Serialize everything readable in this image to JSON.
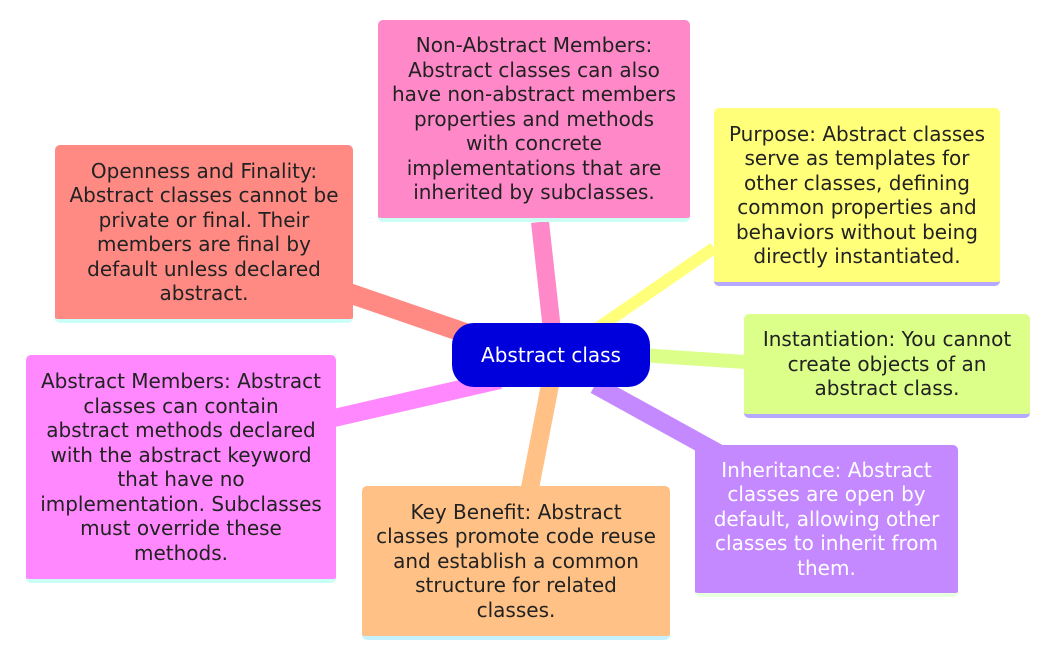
{
  "root": {
    "label": "Abstract class"
  },
  "nodes": {
    "nonabstract": [
      "Non-Abstract Members:",
      "Abstract classes can also",
      "have non-abstract members",
      "properties and methods",
      "with concrete",
      "implementations that are",
      "inherited by subclasses."
    ],
    "purpose": [
      "Purpose: Abstract classes",
      "serve as templates for",
      "other classes, defining",
      "common properties and",
      "behaviors without being",
      "directly instantiated."
    ],
    "openness": [
      "Openness and Finality:",
      "Abstract classes cannot be",
      "private or final. Their",
      "members are final by",
      "default unless declared",
      "abstract."
    ],
    "instantiation": [
      "Instantiation: You cannot",
      "create objects of an",
      "abstract class."
    ],
    "abstractmembers": [
      "Abstract Members: Abstract",
      "classes can contain",
      "abstract methods declared",
      "with the abstract keyword",
      "that have no",
      "implementation. Subclasses",
      "must override these",
      "methods."
    ],
    "inheritance": [
      "Inheritance: Abstract",
      "classes are open by",
      "default, allowing other",
      "classes to inherit from",
      "them."
    ],
    "keybenefit": [
      "Key Benefit: Abstract",
      "classes promote code reuse",
      "and establish a common",
      "structure for related",
      "classes."
    ]
  },
  "colors": {
    "root": "#0000dd",
    "nonabstract": "#ff88c8",
    "purpose": "#ffff7a",
    "openness": "#ff8a84",
    "instantiation": "#dcff8a",
    "abstractmembers": "#ff88ff",
    "inheritance": "#c488ff",
    "keybenefit": "#ffc185"
  }
}
